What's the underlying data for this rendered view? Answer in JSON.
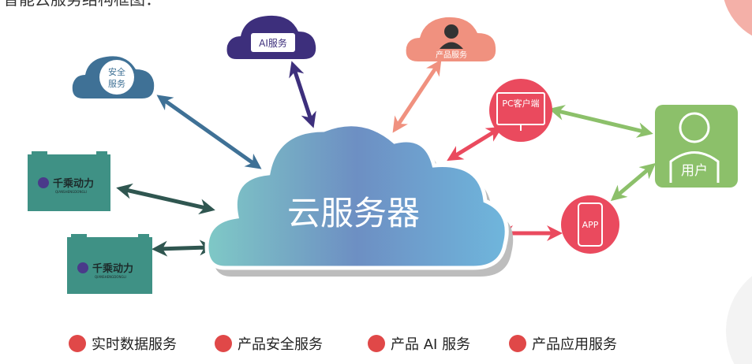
{
  "title": "智能云服务结构框图：",
  "center": {
    "label": "云服务器"
  },
  "nodes": {
    "security_line1": "安全",
    "security_line2": "服务",
    "ai": "AI服务",
    "product": "产品服务",
    "pc": "PC客户端",
    "app": "APP",
    "user": "用户",
    "battery_brand": "千乘动力",
    "battery_sub": "QIANSHENGDONGLI"
  },
  "legend": [
    {
      "label": "实时数据服务",
      "color": "#e04848"
    },
    {
      "label": "产品安全服务",
      "color": "#e04848"
    },
    {
      "label": "产品 AI 服务",
      "color": "#e04848"
    },
    {
      "label": "产品应用服务",
      "color": "#e04848"
    }
  ],
  "colors": {
    "security": "#3f7196",
    "ai": "#3d2f7c",
    "product": "#f0917f",
    "pc_app": "#ea4a5e",
    "user": "#8cc06a",
    "battery": "#3f9185",
    "battery_arrow": "#2f5650"
  }
}
